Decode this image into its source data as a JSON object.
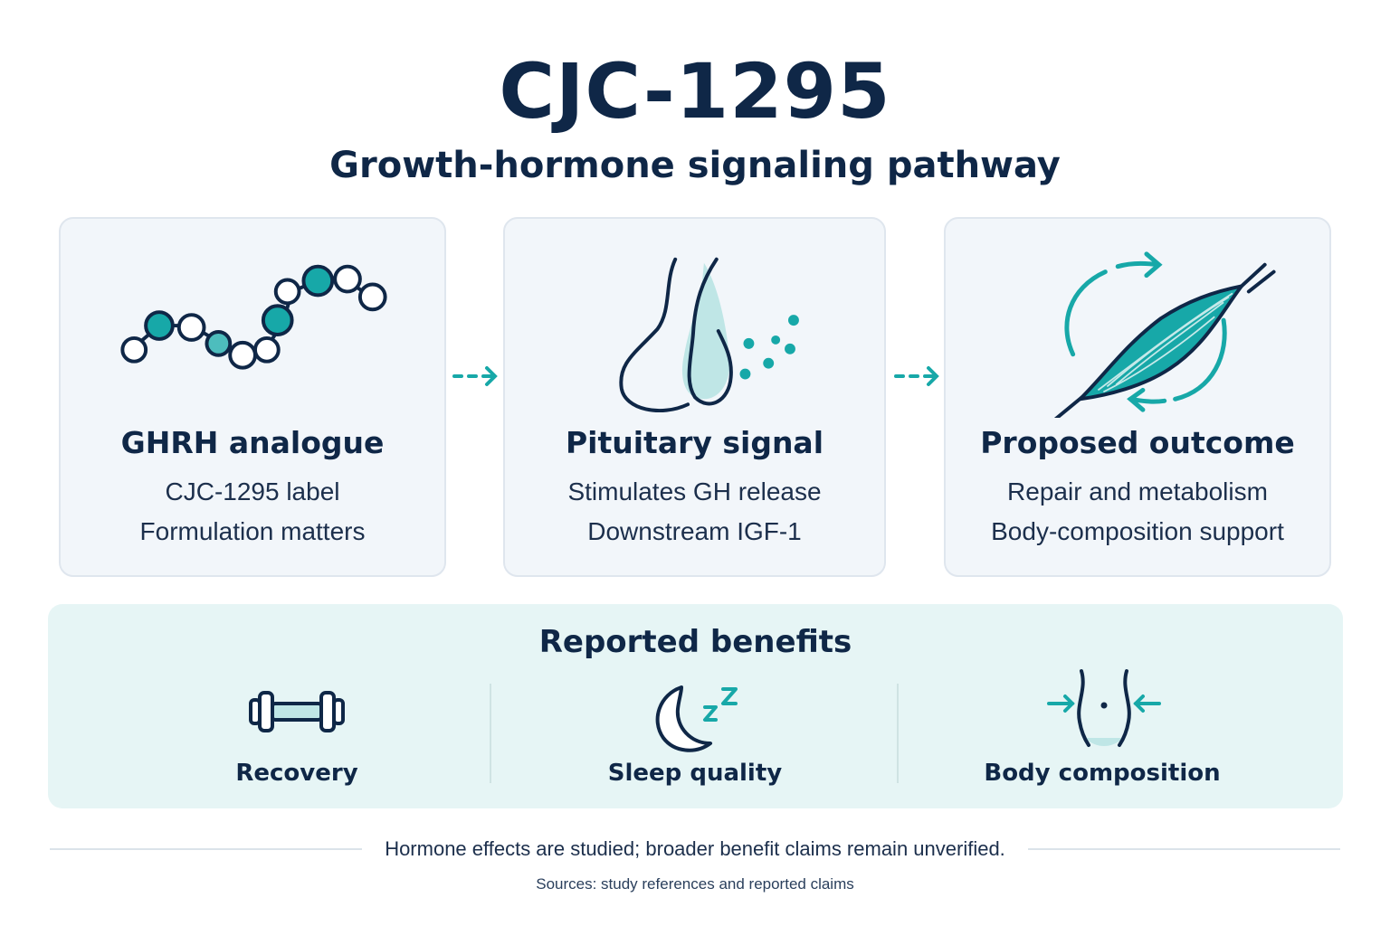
{
  "header": {
    "title": "CJC-1295",
    "subtitle": "Growth-hormone signaling pathway"
  },
  "cards": [
    {
      "title": "GHRH analogue",
      "line1": "CJC-1295 label",
      "line2": "Formulation matters",
      "icon": "peptide-chain-icon"
    },
    {
      "title": "Pituitary signal",
      "line1": "Stimulates GH release",
      "line2": "Downstream IGF-1",
      "icon": "pituitary-gland-icon"
    },
    {
      "title": "Proposed outcome",
      "line1": "Repair and metabolism",
      "line2": "Body-composition support",
      "icon": "muscle-cycle-icon"
    }
  ],
  "benefits": {
    "title": "Reported benefits",
    "items": [
      {
        "label": "Recovery",
        "icon": "dumbbell-icon"
      },
      {
        "label": "Sleep quality",
        "icon": "moon-sleep-icon"
      },
      {
        "label": "Body composition",
        "icon": "waist-icon"
      }
    ]
  },
  "footer": {
    "disclaimer": "Hormone effects are studied; broader benefit claims remain unverified.",
    "sources": "Sources: study references and reported claims"
  },
  "colors": {
    "navy": "#0f2747",
    "teal": "#17a8a8",
    "card_bg": "#f2f6fa",
    "benefits_bg": "#e6f5f5"
  }
}
